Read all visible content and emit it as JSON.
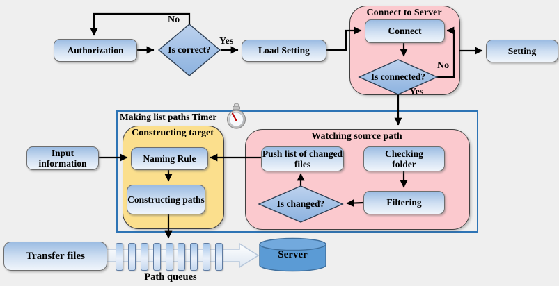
{
  "nodes": {
    "authorization": {
      "label": "Authorization"
    },
    "is_correct": {
      "label": "Is correct?"
    },
    "load_setting": {
      "label": "Load Setting"
    },
    "connect": {
      "label": "Connect"
    },
    "is_connected": {
      "label": "Is connected?"
    },
    "setting": {
      "label": "Setting"
    },
    "naming_rule": {
      "label": "Naming Rule"
    },
    "constructing_paths": {
      "label": "Constructing paths"
    },
    "input_information": {
      "label": "Input information"
    },
    "push_list": {
      "label": "Push list of changed files"
    },
    "checking_folder": {
      "label": "Checking folder"
    },
    "is_changed": {
      "label": "Is changed?"
    },
    "filtering": {
      "label": "Filtering"
    },
    "transfer_files": {
      "label": "Transfer files"
    },
    "server": {
      "label": "Server"
    }
  },
  "containers": {
    "connect_to_server": {
      "title": "Connect to Server"
    },
    "making_list_paths_timer": {
      "title": "Making list paths Timer",
      "icon": "stopwatch-icon"
    },
    "constructing_target": {
      "title": "Constructing target"
    },
    "watching_source_path": {
      "title": "Watching source path"
    }
  },
  "edge_labels": {
    "is_correct_no": "No",
    "is_correct_yes": "Yes",
    "is_connected_no": "No",
    "is_connected_yes": "Yes"
  },
  "path_queue": {
    "label": "Path queues",
    "bar_count": 9
  },
  "edges": [
    {
      "from": "Authorization",
      "to": "Is correct?"
    },
    {
      "from": "Is correct?",
      "to": "Authorization",
      "label": "No"
    },
    {
      "from": "Is correct?",
      "to": "Load Setting",
      "label": "Yes"
    },
    {
      "from": "Load Setting",
      "to": "Connect"
    },
    {
      "from": "Connect",
      "to": "Is connected?"
    },
    {
      "from": "Is connected?",
      "to": "Connect",
      "label": "No"
    },
    {
      "from": "Is connected?",
      "to": "Watching source path",
      "label": "Yes"
    },
    {
      "from": "Connect to Server",
      "to": "Setting"
    },
    {
      "from": "Input information",
      "to": "Naming Rule"
    },
    {
      "from": "Push list of changed files",
      "to": "Naming Rule"
    },
    {
      "from": "Naming Rule",
      "to": "Constructing paths"
    },
    {
      "from": "Checking folder",
      "to": "Filtering"
    },
    {
      "from": "Filtering",
      "to": "Is changed?"
    },
    {
      "from": "Is changed?",
      "to": "Push list of changed files"
    },
    {
      "from": "Constructing paths",
      "to": "Path queues"
    },
    {
      "from": "Transfer files",
      "to": "Server"
    }
  ],
  "colors": {
    "background": "#efefef",
    "node_fill_top": "#9cbce2",
    "node_fill_bottom": "#f0f5fb",
    "node_border": "#6e6e6e",
    "diamond_fill_top": "#bdd2ee",
    "diamond_fill_bottom": "#8cb2df",
    "pink_container": "#fbc9ce",
    "yellow_container": "#fbdf8d",
    "outer_rect_border": "#2e74b5",
    "server_fill": "#5b9bd5",
    "arrow": "#000000"
  }
}
